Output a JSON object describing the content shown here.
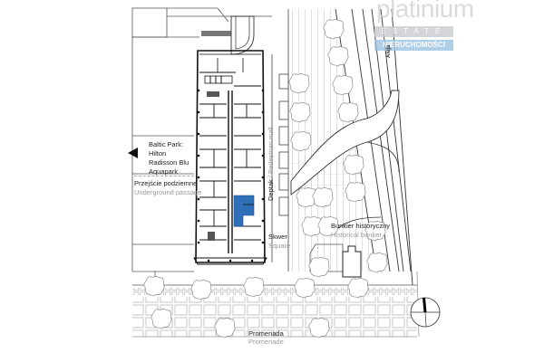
{
  "watermark": {
    "brand_word": "platinium",
    "brand_sub1": "ESTATE",
    "brand_sub2": "NIERUCHOMOŚCI"
  },
  "street_label": "Aleja",
  "labels": {
    "baltic_park": [
      "Baltic Park:",
      "Hilton",
      "Radisson Blu",
      "Aquapark"
    ],
    "underground_pl": "Przejście podziemne",
    "underground_en": "Underground passage",
    "pedestrian_pl": "Deptak",
    "pedestrian_en": "Pedestrian mall",
    "square_pl": "Skwer",
    "square_en": "Square",
    "bunker_pl": "Bunkier historyczny",
    "bunker_en": "Historical bunker",
    "promenade_pl": "Promenada",
    "promenade_en": "Promenade"
  },
  "highlight": {
    "color": "#2f6fb8",
    "description": "selected apartment unit"
  },
  "compass": {
    "north_indicator": "north-arrow"
  },
  "colors": {
    "line": "#222222",
    "light_line": "#8a8a8a",
    "paving": "#b8b8b8",
    "tree_outline": "#8c8c8c"
  }
}
